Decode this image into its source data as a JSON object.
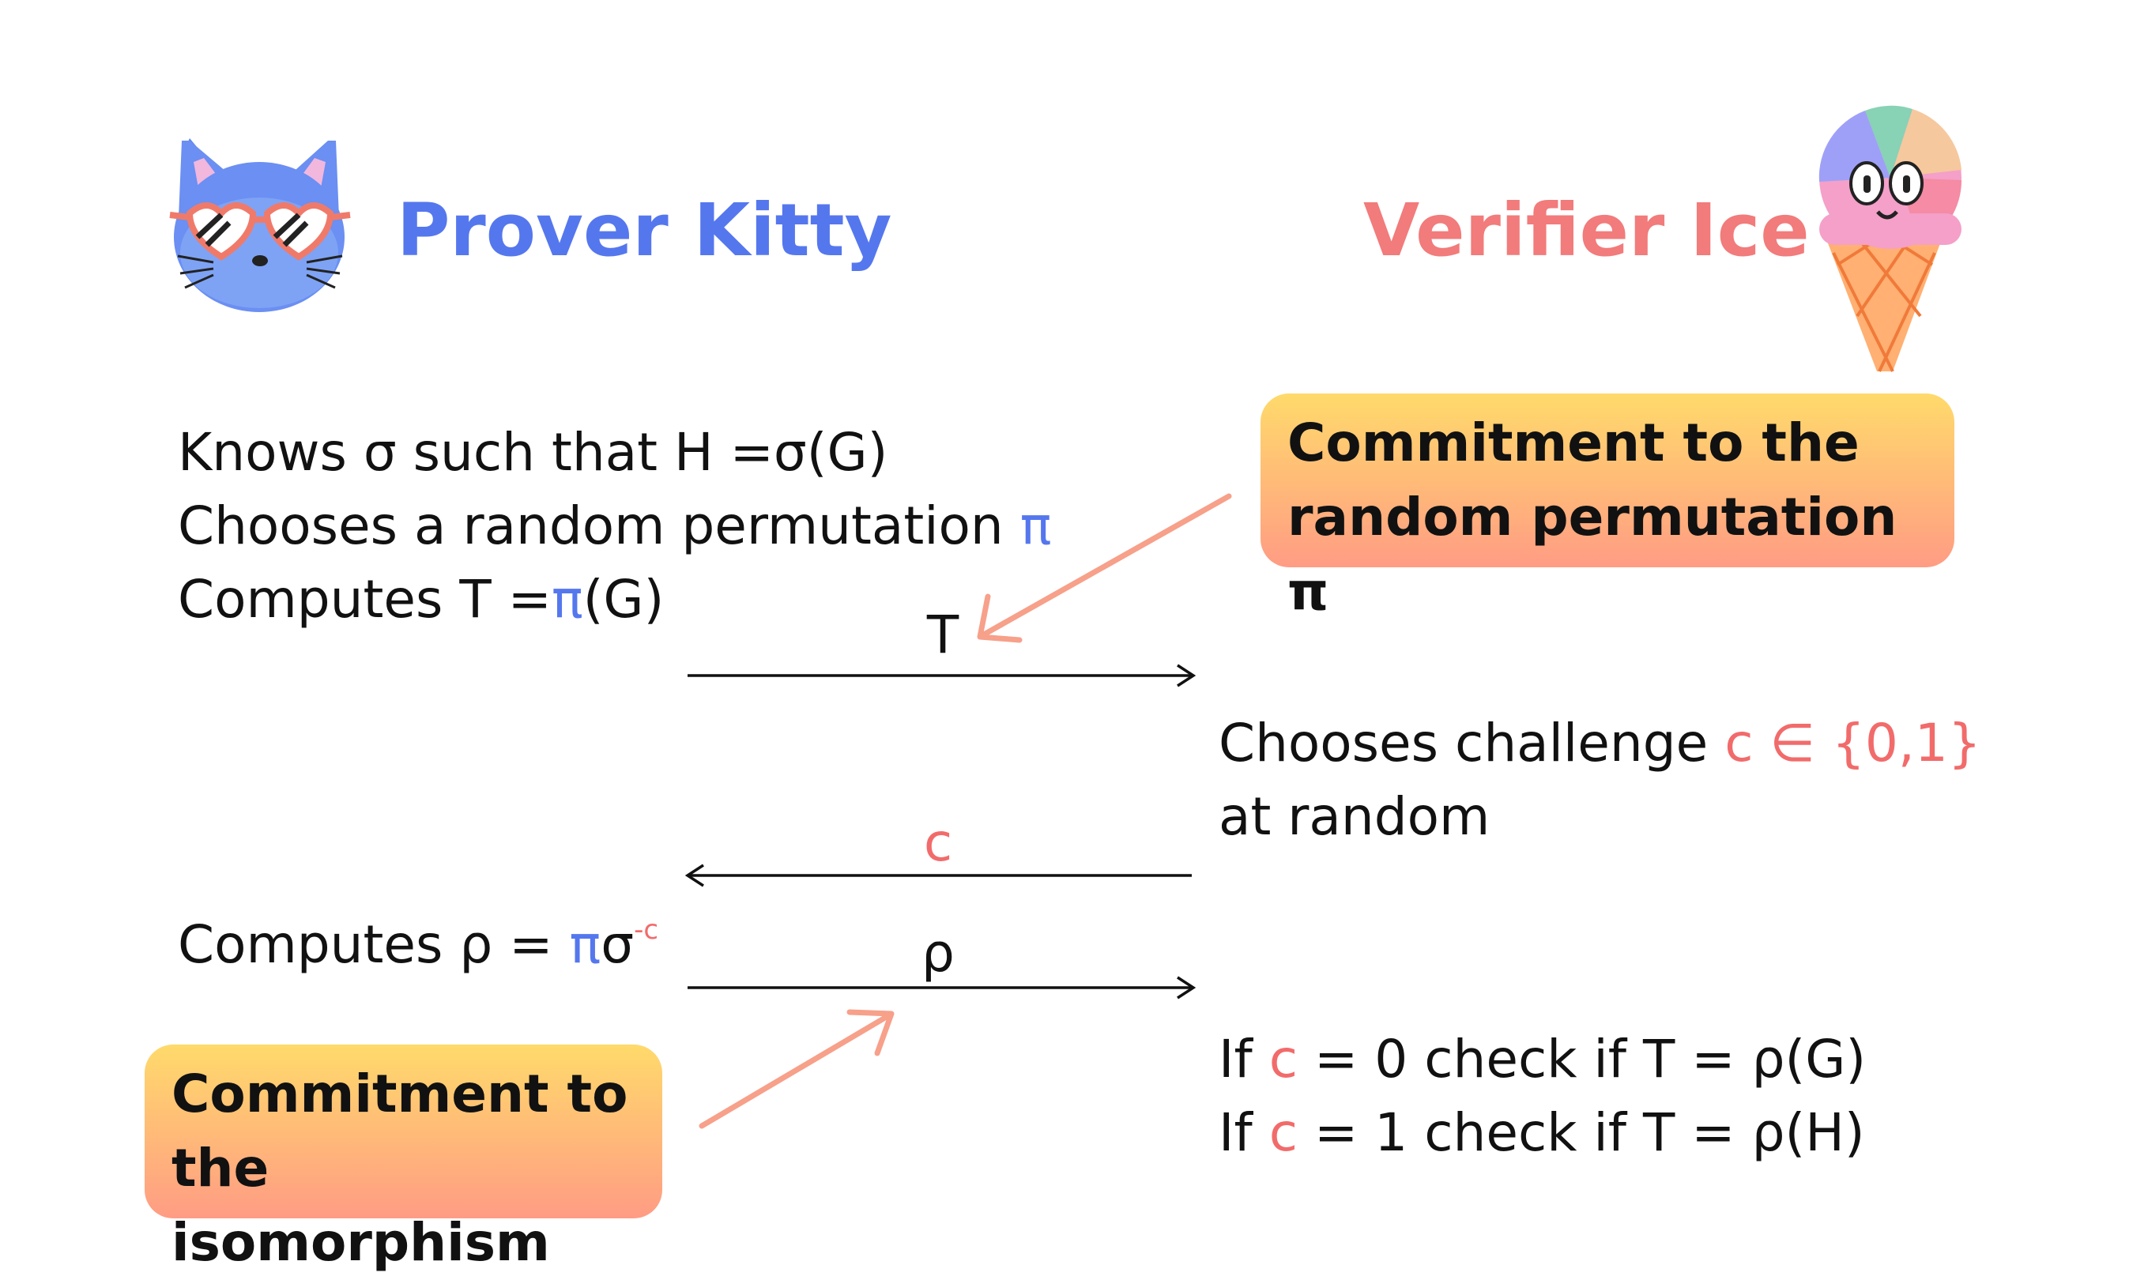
{
  "prover": {
    "name": "Prover Kitty",
    "color": "#5577ee"
  },
  "verifier": {
    "name": "Verifier Ice",
    "color": "#f27b7b"
  },
  "prover_steps": {
    "knows": {
      "a": "Knows ",
      "sigma": "σ",
      "b": "  such that H =",
      "sigma2": "σ",
      "c": "(G)"
    },
    "chooses": {
      "a": "Chooses a random permutation ",
      "pi": "π"
    },
    "computes_t": {
      "a": "Computes T =",
      "pi": "π",
      "b": "(G)"
    },
    "computes_rho": {
      "a": "Computes  ",
      "rho": "ρ",
      "eq": " = ",
      "pi": "π",
      "sigma": "σ",
      "exp": "-c"
    }
  },
  "verifier_steps": {
    "challenge": {
      "a": "Chooses challenge ",
      "c": "c",
      "in": " ∈ ",
      "set": "{0,1}",
      "line2": "at random"
    },
    "check0": {
      "a": "If ",
      "c": "c",
      "b": " = 0 check if T = ",
      "rho": "ρ",
      "d": "(G)"
    },
    "check1": {
      "a": "If ",
      "c": "c",
      "b": " = 1 check if T = ",
      "rho": "ρ",
      "d": "(H)"
    }
  },
  "messages": {
    "t": "T",
    "c": "c",
    "rho": "ρ"
  },
  "callouts": {
    "permutation": {
      "line1": "Commitment to the",
      "line2": "random permutation π"
    },
    "isomorphism": {
      "line1": "Commitment to",
      "line2": "the isomorphism"
    }
  },
  "colors": {
    "accent_arrow": "#f7a08a",
    "callout_top": "#ffda6b",
    "callout_bottom": "#ff9c84"
  }
}
